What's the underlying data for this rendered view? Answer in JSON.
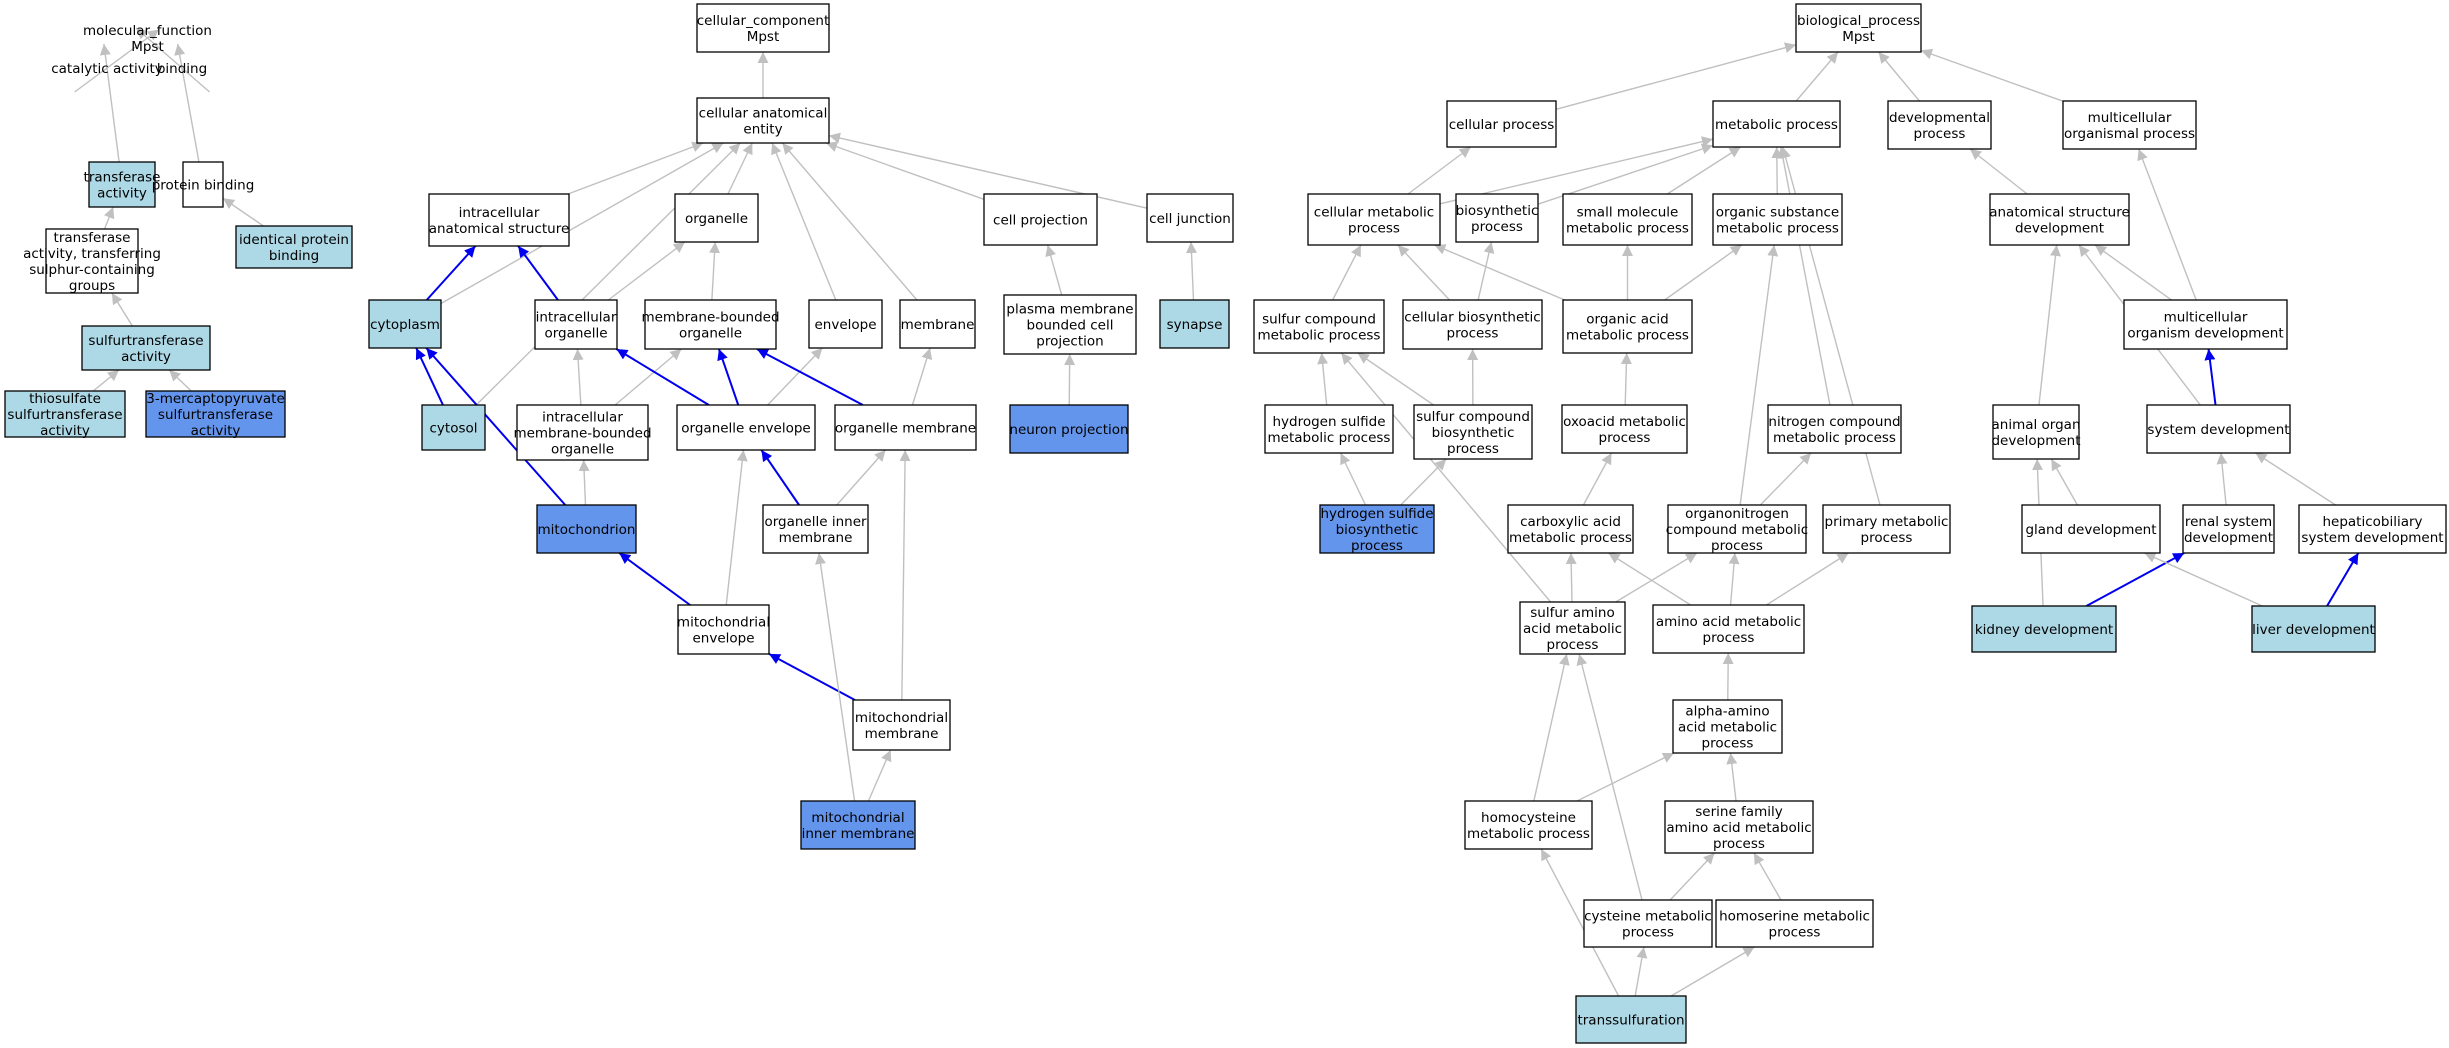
{
  "colors": {
    "plain": "#ffffff",
    "light": "#add8e6",
    "dark": "#6495ed",
    "edge": "#c0c0c0",
    "edge_highlight": "#0000ee"
  },
  "nodes": [
    {
      "id": "mf",
      "lines": [
        "molecular_function",
        "Mpst"
      ],
      "fill": "plain"
    },
    {
      "id": "catalytic",
      "lines": [
        "catalytic activity"
      ],
      "fill": "plain"
    },
    {
      "id": "binding",
      "lines": [
        "binding"
      ],
      "fill": "plain"
    },
    {
      "id": "transferase",
      "lines": [
        "transferase",
        "activity"
      ],
      "fill": "light"
    },
    {
      "id": "protbind",
      "lines": [
        "protein binding"
      ],
      "fill": "plain"
    },
    {
      "id": "transS",
      "lines": [
        "transferase",
        "activity, transferring",
        "sulphur-containing",
        "groups"
      ],
      "fill": "plain"
    },
    {
      "id": "identprot",
      "lines": [
        "identical protein",
        "binding"
      ],
      "fill": "light"
    },
    {
      "id": "sulfurtrans",
      "lines": [
        "sulfurtransferase",
        "activity"
      ],
      "fill": "light"
    },
    {
      "id": "thiosulfate",
      "lines": [
        "thiosulfate",
        "sulfurtransferase",
        "activity"
      ],
      "fill": "light"
    },
    {
      "id": "mercapto",
      "lines": [
        "3-mercaptopyruvate",
        "sulfurtransferase",
        "activity"
      ],
      "fill": "dark"
    },
    {
      "id": "cc",
      "lines": [
        "cellular_component",
        "Mpst"
      ],
      "fill": "plain"
    },
    {
      "id": "cae",
      "lines": [
        "cellular anatomical",
        "entity"
      ],
      "fill": "plain"
    },
    {
      "id": "ias",
      "lines": [
        "intracellular",
        "anatomical structure"
      ],
      "fill": "plain"
    },
    {
      "id": "organelle",
      "lines": [
        "organelle"
      ],
      "fill": "plain"
    },
    {
      "id": "cellproj",
      "lines": [
        "cell projection"
      ],
      "fill": "plain"
    },
    {
      "id": "celljunc",
      "lines": [
        "cell junction"
      ],
      "fill": "plain"
    },
    {
      "id": "cytoplasm",
      "lines": [
        "cytoplasm"
      ],
      "fill": "light"
    },
    {
      "id": "intraorg",
      "lines": [
        "intracellular",
        "organelle"
      ],
      "fill": "plain"
    },
    {
      "id": "mbo",
      "lines": [
        "membrane-bounded",
        "organelle"
      ],
      "fill": "plain"
    },
    {
      "id": "envelope",
      "lines": [
        "envelope"
      ],
      "fill": "plain"
    },
    {
      "id": "membrane",
      "lines": [
        "membrane"
      ],
      "fill": "plain"
    },
    {
      "id": "pmbcp",
      "lines": [
        "plasma membrane",
        "bounded cell",
        "projection"
      ],
      "fill": "plain"
    },
    {
      "id": "synapse",
      "lines": [
        "synapse"
      ],
      "fill": "light"
    },
    {
      "id": "cytosol",
      "lines": [
        "cytosol"
      ],
      "fill": "light"
    },
    {
      "id": "imbo",
      "lines": [
        "intracellular",
        "membrane-bounded",
        "organelle"
      ],
      "fill": "plain"
    },
    {
      "id": "orgenv",
      "lines": [
        "organelle envelope"
      ],
      "fill": "plain"
    },
    {
      "id": "orgmem",
      "lines": [
        "organelle membrane"
      ],
      "fill": "plain"
    },
    {
      "id": "neuronproj",
      "lines": [
        "neuron projection"
      ],
      "fill": "dark"
    },
    {
      "id": "mitochondrion",
      "lines": [
        "mitochondrion"
      ],
      "fill": "dark"
    },
    {
      "id": "orginner",
      "lines": [
        "organelle inner",
        "membrane"
      ],
      "fill": "plain"
    },
    {
      "id": "mitoenv",
      "lines": [
        "mitochondrial",
        "envelope"
      ],
      "fill": "plain"
    },
    {
      "id": "mitomem",
      "lines": [
        "mitochondrial",
        "membrane"
      ],
      "fill": "plain"
    },
    {
      "id": "mitoinner",
      "lines": [
        "mitochondrial",
        "inner membrane"
      ],
      "fill": "dark"
    },
    {
      "id": "bp",
      "lines": [
        "biological_process",
        "Mpst"
      ],
      "fill": "plain"
    },
    {
      "id": "cellproc",
      "lines": [
        "cellular process"
      ],
      "fill": "plain"
    },
    {
      "id": "metab",
      "lines": [
        "metabolic process"
      ],
      "fill": "plain"
    },
    {
      "id": "devproc",
      "lines": [
        "developmental",
        "process"
      ],
      "fill": "plain"
    },
    {
      "id": "multiorg",
      "lines": [
        "multicellular",
        "organismal process"
      ],
      "fill": "plain"
    },
    {
      "id": "cellmetab",
      "lines": [
        "cellular metabolic",
        "process"
      ],
      "fill": "plain"
    },
    {
      "id": "biosyn",
      "lines": [
        "biosynthetic",
        "process"
      ],
      "fill": "plain"
    },
    {
      "id": "smallmol",
      "lines": [
        "small molecule",
        "metabolic process"
      ],
      "fill": "plain"
    },
    {
      "id": "orgsub",
      "lines": [
        "organic substance",
        "metabolic process"
      ],
      "fill": "plain"
    },
    {
      "id": "anatdev",
      "lines": [
        "anatomical structure",
        "development"
      ],
      "fill": "plain"
    },
    {
      "id": "sulfcomp",
      "lines": [
        "sulfur compound",
        "metabolic process"
      ],
      "fill": "plain"
    },
    {
      "id": "cellbiosyn",
      "lines": [
        "cellular biosynthetic",
        "process"
      ],
      "fill": "plain"
    },
    {
      "id": "orgacid",
      "lines": [
        "organic acid",
        "metabolic process"
      ],
      "fill": "plain"
    },
    {
      "id": "multidev",
      "lines": [
        "multicellular",
        "organism development"
      ],
      "fill": "plain"
    },
    {
      "id": "h2smetab",
      "lines": [
        "hydrogen sulfide",
        "metabolic process"
      ],
      "fill": "plain"
    },
    {
      "id": "sulfbiosyn",
      "lines": [
        "sulfur compound",
        "biosynthetic",
        "process"
      ],
      "fill": "plain"
    },
    {
      "id": "oxoacid",
      "lines": [
        "oxoacid metabolic",
        "process"
      ],
      "fill": "plain"
    },
    {
      "id": "nitrogen",
      "lines": [
        "nitrogen compound",
        "metabolic process"
      ],
      "fill": "plain"
    },
    {
      "id": "animalorgan",
      "lines": [
        "animal organ",
        "development"
      ],
      "fill": "plain"
    },
    {
      "id": "sysdev",
      "lines": [
        "system development"
      ],
      "fill": "plain"
    },
    {
      "id": "h2sbiosyn",
      "lines": [
        "hydrogen sulfide",
        "biosynthetic",
        "process"
      ],
      "fill": "dark"
    },
    {
      "id": "carbox",
      "lines": [
        "carboxylic acid",
        "metabolic process"
      ],
      "fill": "plain"
    },
    {
      "id": "orgnitro",
      "lines": [
        "organonitrogen",
        "compound metabolic",
        "process"
      ],
      "fill": "plain"
    },
    {
      "id": "primary",
      "lines": [
        "primary metabolic",
        "process"
      ],
      "fill": "plain"
    },
    {
      "id": "glanddev",
      "lines": [
        "gland development"
      ],
      "fill": "plain"
    },
    {
      "id": "renal",
      "lines": [
        "renal system",
        "development"
      ],
      "fill": "plain"
    },
    {
      "id": "hepato",
      "lines": [
        "hepaticobiliary",
        "system development"
      ],
      "fill": "plain"
    },
    {
      "id": "sulfamino",
      "lines": [
        "sulfur amino",
        "acid metabolic",
        "process"
      ],
      "fill": "plain"
    },
    {
      "id": "aminoacid",
      "lines": [
        "amino acid metabolic",
        "process"
      ],
      "fill": "plain"
    },
    {
      "id": "kidney",
      "lines": [
        "kidney development"
      ],
      "fill": "light"
    },
    {
      "id": "liver",
      "lines": [
        "liver development"
      ],
      "fill": "light"
    },
    {
      "id": "alphaamino",
      "lines": [
        "alpha-amino",
        "acid metabolic",
        "process"
      ],
      "fill": "plain"
    },
    {
      "id": "homocys",
      "lines": [
        "homocysteine",
        "metabolic process"
      ],
      "fill": "plain"
    },
    {
      "id": "serine",
      "lines": [
        "serine family",
        "amino acid metabolic",
        "process"
      ],
      "fill": "plain"
    },
    {
      "id": "cysteine",
      "lines": [
        "cysteine metabolic",
        "process"
      ],
      "fill": "plain"
    },
    {
      "id": "homoserine",
      "lines": [
        "homoserine metabolic",
        "process"
      ],
      "fill": "plain"
    },
    {
      "id": "transsulf",
      "lines": [
        "transsulfuration"
      ],
      "fill": "light"
    }
  ],
  "edges": [
    {
      "from": "catalytic",
      "to": "mf"
    },
    {
      "from": "binding",
      "to": "mf"
    },
    {
      "from": "transferase",
      "to": "catalytic"
    },
    {
      "from": "protbind",
      "to": "binding"
    },
    {
      "from": "transS",
      "to": "transferase"
    },
    {
      "from": "identprot",
      "to": "protbind"
    },
    {
      "from": "sulfurtrans",
      "to": "transS"
    },
    {
      "from": "thiosulfate",
      "to": "sulfurtrans"
    },
    {
      "from": "mercapto",
      "to": "sulfurtrans"
    },
    {
      "from": "cae",
      "to": "cc"
    },
    {
      "from": "ias",
      "to": "cae"
    },
    {
      "from": "organelle",
      "to": "cae"
    },
    {
      "from": "cellproj",
      "to": "cae"
    },
    {
      "from": "celljunc",
      "to": "cae"
    },
    {
      "from": "cytoplasm",
      "to": "cae"
    },
    {
      "from": "cytosol",
      "to": "cae"
    },
    {
      "from": "envelope",
      "to": "cae"
    },
    {
      "from": "membrane",
      "to": "cae"
    },
    {
      "from": "cytoplasm",
      "to": "ias",
      "highlight": true
    },
    {
      "from": "intraorg",
      "to": "ias",
      "highlight": true
    },
    {
      "from": "intraorg",
      "to": "organelle"
    },
    {
      "from": "mbo",
      "to": "organelle"
    },
    {
      "from": "pmbcp",
      "to": "cellproj"
    },
    {
      "from": "synapse",
      "to": "celljunc"
    },
    {
      "from": "cytosol",
      "to": "cytoplasm",
      "highlight": true
    },
    {
      "from": "imbo",
      "to": "intraorg"
    },
    {
      "from": "imbo",
      "to": "mbo"
    },
    {
      "from": "orgenv",
      "to": "intraorg",
      "highlight": true
    },
    {
      "from": "orgenv",
      "to": "mbo",
      "highlight": true
    },
    {
      "from": "orgenv",
      "to": "envelope"
    },
    {
      "from": "orgmem",
      "to": "mbo",
      "highlight": true
    },
    {
      "from": "orgmem",
      "to": "membrane"
    },
    {
      "from": "neuronproj",
      "to": "pmbcp"
    },
    {
      "from": "mitochondrion",
      "to": "imbo"
    },
    {
      "from": "mitochondrion",
      "to": "cytoplasm",
      "highlight": true
    },
    {
      "from": "orginner",
      "to": "orgmem"
    },
    {
      "from": "orginner",
      "to": "orgenv",
      "highlight": true
    },
    {
      "from": "mitoenv",
      "to": "orgenv"
    },
    {
      "from": "mitoenv",
      "to": "mitochondrion",
      "highlight": true
    },
    {
      "from": "mitomem",
      "to": "orgmem"
    },
    {
      "from": "mitomem",
      "to": "mitoenv",
      "highlight": true
    },
    {
      "from": "mitoinner",
      "to": "orginner"
    },
    {
      "from": "mitoinner",
      "to": "mitomem"
    },
    {
      "from": "cellproc",
      "to": "bp"
    },
    {
      "from": "metab",
      "to": "bp"
    },
    {
      "from": "devproc",
      "to": "bp"
    },
    {
      "from": "multiorg",
      "to": "bp"
    },
    {
      "from": "cellmetab",
      "to": "cellproc"
    },
    {
      "from": "cellmetab",
      "to": "metab"
    },
    {
      "from": "biosyn",
      "to": "metab"
    },
    {
      "from": "smallmol",
      "to": "metab"
    },
    {
      "from": "orgsub",
      "to": "metab"
    },
    {
      "from": "nitrogen",
      "to": "metab"
    },
    {
      "from": "primary",
      "to": "metab"
    },
    {
      "from": "anatdev",
      "to": "devproc"
    },
    {
      "from": "multidev",
      "to": "multiorg"
    },
    {
      "from": "sulfcomp",
      "to": "cellmetab"
    },
    {
      "from": "cellbiosyn",
      "to": "cellmetab"
    },
    {
      "from": "cellbiosyn",
      "to": "biosyn"
    },
    {
      "from": "orgacid",
      "to": "cellmetab"
    },
    {
      "from": "orgacid",
      "to": "smallmol"
    },
    {
      "from": "orgacid",
      "to": "orgsub"
    },
    {
      "from": "orgnitro",
      "to": "orgsub"
    },
    {
      "from": "multidev",
      "to": "anatdev"
    },
    {
      "from": "h2smetab",
      "to": "sulfcomp"
    },
    {
      "from": "sulfbiosyn",
      "to": "sulfcomp"
    },
    {
      "from": "sulfbiosyn",
      "to": "cellbiosyn"
    },
    {
      "from": "oxoacid",
      "to": "orgacid"
    },
    {
      "from": "sulfamino",
      "to": "sulfcomp"
    },
    {
      "from": "animalorgan",
      "to": "anatdev"
    },
    {
      "from": "sysdev",
      "to": "anatdev"
    },
    {
      "from": "sysdev",
      "to": "multidev",
      "highlight": true
    },
    {
      "from": "h2sbiosyn",
      "to": "h2smetab"
    },
    {
      "from": "h2sbiosyn",
      "to": "sulfbiosyn"
    },
    {
      "from": "carbox",
      "to": "oxoacid"
    },
    {
      "from": "orgnitro",
      "to": "nitrogen"
    },
    {
      "from": "glanddev",
      "to": "animalorgan"
    },
    {
      "from": "renal",
      "to": "sysdev"
    },
    {
      "from": "hepato",
      "to": "sysdev"
    },
    {
      "from": "sulfamino",
      "to": "carbox"
    },
    {
      "from": "sulfamino",
      "to": "orgnitro"
    },
    {
      "from": "aminoacid",
      "to": "carbox"
    },
    {
      "from": "aminoacid",
      "to": "orgnitro"
    },
    {
      "from": "aminoacid",
      "to": "primary"
    },
    {
      "from": "kidney",
      "to": "animalorgan"
    },
    {
      "from": "kidney",
      "to": "renal",
      "highlight": true
    },
    {
      "from": "liver",
      "to": "glanddev"
    },
    {
      "from": "liver",
      "to": "hepato",
      "highlight": true
    },
    {
      "from": "alphaamino",
      "to": "aminoacid"
    },
    {
      "from": "homocys",
      "to": "sulfamino"
    },
    {
      "from": "homocys",
      "to": "alphaamino"
    },
    {
      "from": "serine",
      "to": "alphaamino"
    },
    {
      "from": "cysteine",
      "to": "sulfamino"
    },
    {
      "from": "cysteine",
      "to": "serine"
    },
    {
      "from": "homoserine",
      "to": "serine"
    },
    {
      "from": "transsulf",
      "to": "homocys"
    },
    {
      "from": "transsulf",
      "to": "cysteine"
    },
    {
      "from": "transsulf",
      "to": "homoserine"
    }
  ]
}
